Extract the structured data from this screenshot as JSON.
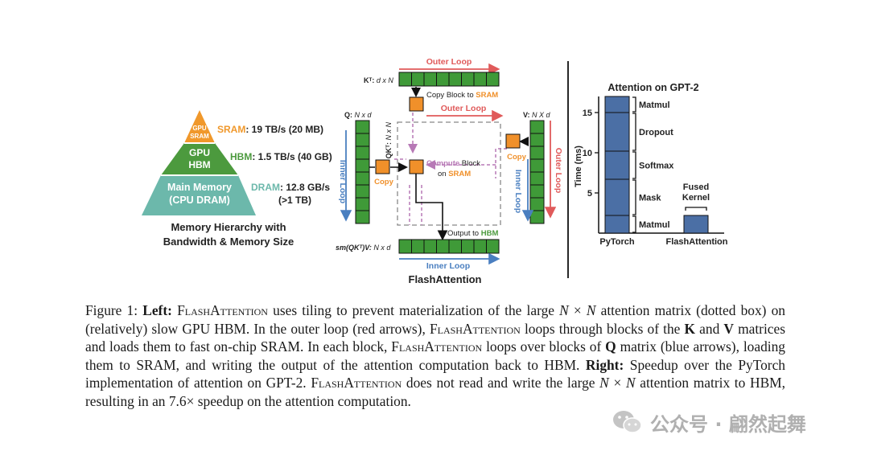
{
  "left": {
    "pyramid": {
      "tiers": [
        {
          "label_lines": [
            "GPU",
            "SRAM"
          ],
          "color": "#f0982b",
          "name": "SRAM",
          "spec": ": 19 TB/s (20 MB)",
          "spec_color": "#f0982b"
        },
        {
          "label_lines": [
            "GPU",
            "HBM"
          ],
          "color": "#4c9a3e",
          "name": "HBM",
          "spec": ": 1.5 TB/s (40 GB)",
          "spec_color": "#4c9a3e"
        },
        {
          "label_lines": [
            "Main Memory",
            "(CPU DRAM)"
          ],
          "color": "#6cb8ab",
          "name": "DRAM",
          "spec": ": 12.8 GB/s",
          "spec2": "(>1 TB)",
          "spec_color": "#6cb8ab"
        }
      ],
      "caption_lines": [
        "Memory Hierarchy with",
        "Bandwidth & Memory Size"
      ]
    }
  },
  "middle": {
    "title": "FlashAttention",
    "outer_loop_top": "Outer Loop",
    "outer_loop_mid": "Outer Loop",
    "outer_loop_right": "Outer Loop",
    "inner_loop_left": "Inner Loop",
    "inner_loop_right": "Inner Loop",
    "inner_loop_bottom": "Inner Loop",
    "kt_label": "Kᵀ: ",
    "kt_dims": "d x N",
    "q_label": "Q: ",
    "q_dims": "N x d",
    "v_label": "V: ",
    "v_dims": "N X d",
    "qkt_label": "QKᵀ: ",
    "qkt_dims": "N x N",
    "out_label": "sm(QKᵀ)V: ",
    "out_dims": "N x d",
    "copy_block_text": "Copy Block to ",
    "copy_block_target": "SRAM",
    "copy_left": "Copy",
    "copy_right": "Copy",
    "compute_word": "Compute",
    "compute_block": " Block",
    "compute_on": "on ",
    "compute_target": "SRAM",
    "output_text": "Output to ",
    "output_target": "HBM",
    "colors": {
      "green": "#3f9a38",
      "orange": "#f0902a",
      "red": "#e05a5a",
      "blue": "#4a7fc0",
      "purple": "#b779b6"
    }
  },
  "chart_data": {
    "type": "bar",
    "title": "Attention on GPT-2",
    "xlabel": "",
    "ylabel": "Time (ms)",
    "ylim": [
      0,
      17
    ],
    "yticks": [
      5,
      10,
      15
    ],
    "categories": [
      "PyTorch",
      "FlashAttention"
    ],
    "stacks": [
      {
        "category": "PyTorch",
        "segments": [
          {
            "name": "Matmul",
            "value": 2.2
          },
          {
            "name": "Mask",
            "value": 4.5
          },
          {
            "name": "Softmax",
            "value": 3.5
          },
          {
            "name": "Dropout",
            "value": 4.8
          },
          {
            "name": "Matmul",
            "value": 2.0
          }
        ]
      },
      {
        "category": "FlashAttention",
        "segments": [
          {
            "name": "Fused Kernel",
            "value": 2.2
          }
        ]
      }
    ],
    "fused_label_lines": [
      "Fused",
      "Kernel"
    ],
    "bar_color": "#4b6fa5",
    "grid": false
  },
  "caption": {
    "figure_label": "Figure 1: ",
    "left_label": "Left:",
    "right_label": "Right:",
    "method": "FlashAttention"
  },
  "watermark": {
    "text": "公众号 · 翩然起舞",
    "icon": "wechat-icon"
  }
}
